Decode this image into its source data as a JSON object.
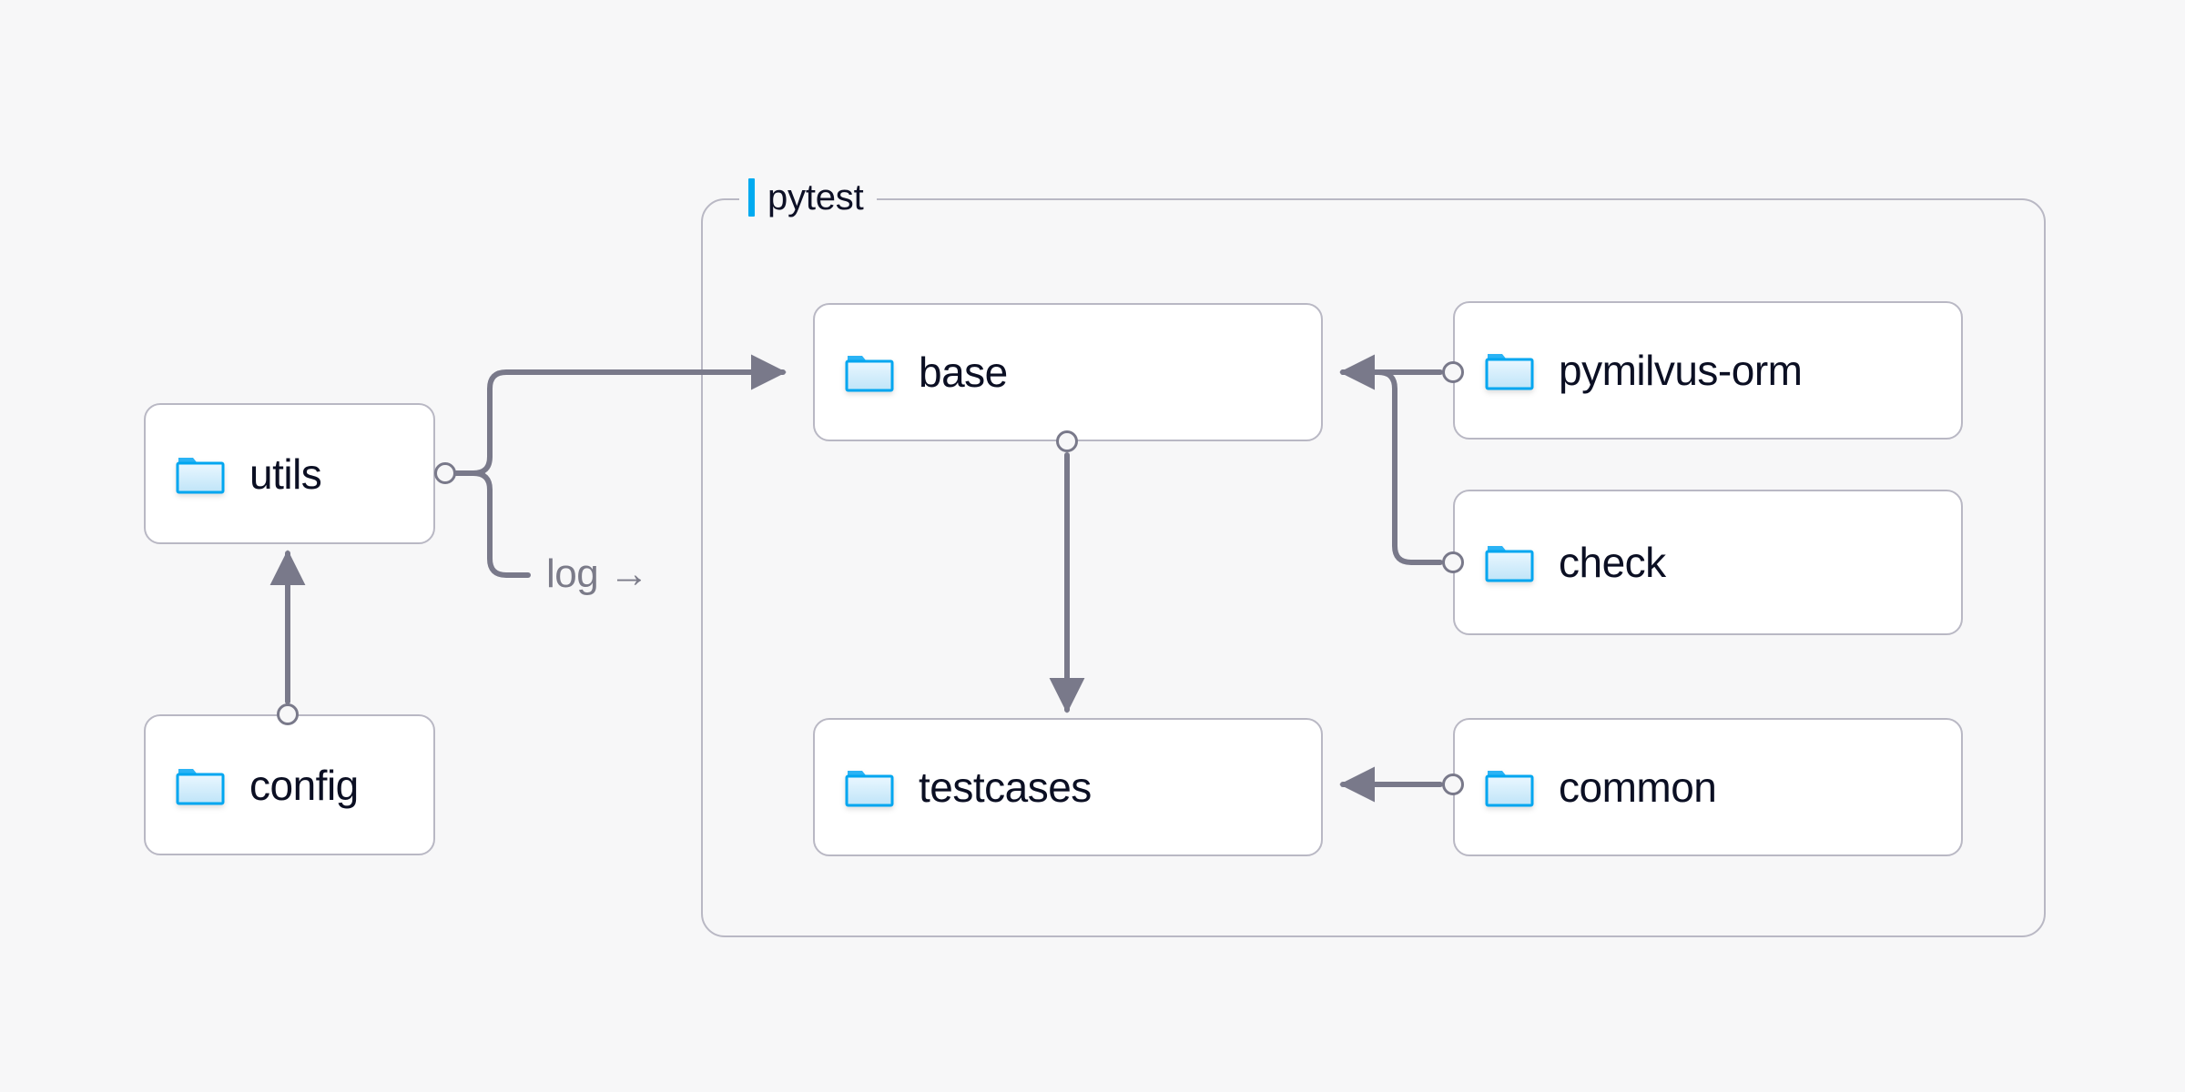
{
  "canvas": {
    "background": "#f7f7f8",
    "edge_color": "#79798a",
    "node_border": "#b9b8c4",
    "node_fill": "#ffffff",
    "label_color": "#0b0f23",
    "accent_color": "#00aaf0",
    "folder_icon_color": "#00a6f0"
  },
  "group": {
    "label": "pytest",
    "accent_color": "#00aaf0",
    "icon": "group-accent-bar"
  },
  "nodes": [
    {
      "id": "utils",
      "label": "utils",
      "icon": "folder-icon"
    },
    {
      "id": "config",
      "label": "config",
      "icon": "folder-icon"
    },
    {
      "id": "base",
      "label": "base",
      "icon": "folder-icon"
    },
    {
      "id": "testcases",
      "label": "testcases",
      "icon": "folder-icon"
    },
    {
      "id": "pymilvus-orm",
      "label": "pymilvus-orm",
      "icon": "folder-icon"
    },
    {
      "id": "check",
      "label": "check",
      "icon": "folder-icon"
    },
    {
      "id": "common",
      "label": "common",
      "icon": "folder-icon"
    }
  ],
  "edges": [
    {
      "id": "utils-base",
      "from": "utils",
      "to": "base",
      "label": ""
    },
    {
      "id": "utils-log",
      "from": "utils",
      "to": "",
      "label": "log →"
    },
    {
      "id": "config-utils",
      "from": "config",
      "to": "utils",
      "label": ""
    },
    {
      "id": "base-testcases",
      "from": "base",
      "to": "testcases",
      "label": ""
    },
    {
      "id": "pymilvus-orm-base",
      "from": "pymilvus-orm",
      "to": "base",
      "label": ""
    },
    {
      "id": "check-base",
      "from": "check",
      "to": "base",
      "label": ""
    },
    {
      "id": "common-testcases",
      "from": "common",
      "to": "testcases",
      "label": ""
    }
  ]
}
